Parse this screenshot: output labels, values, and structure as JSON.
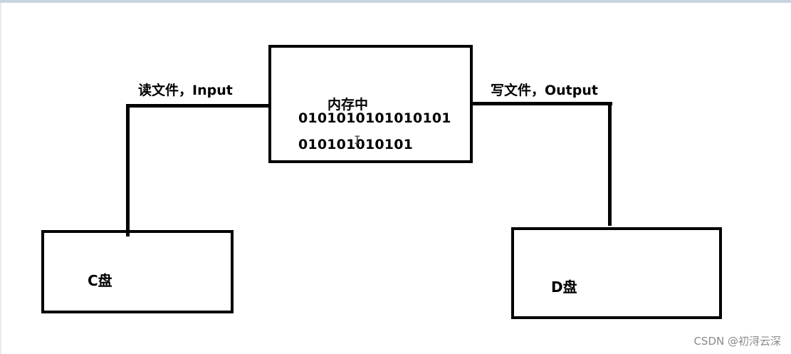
{
  "diagram": {
    "memory_box": {
      "title": "内存中",
      "binary_line_1": "0101010101010101",
      "binary_line_2": "010101010101"
    },
    "read_edge": {
      "label": "读文件，Input"
    },
    "write_edge": {
      "label": "写文件，Output"
    },
    "c_drive": {
      "label": "C盘"
    },
    "d_drive": {
      "label": "D盘"
    }
  },
  "cursor_glyph": "I",
  "watermark": "CSDN @初浔云深",
  "colors": {
    "stroke": "#000000",
    "background": "#ffffff",
    "top_bar": "#c9d3e0",
    "watermark": "#8a8a8a"
  }
}
